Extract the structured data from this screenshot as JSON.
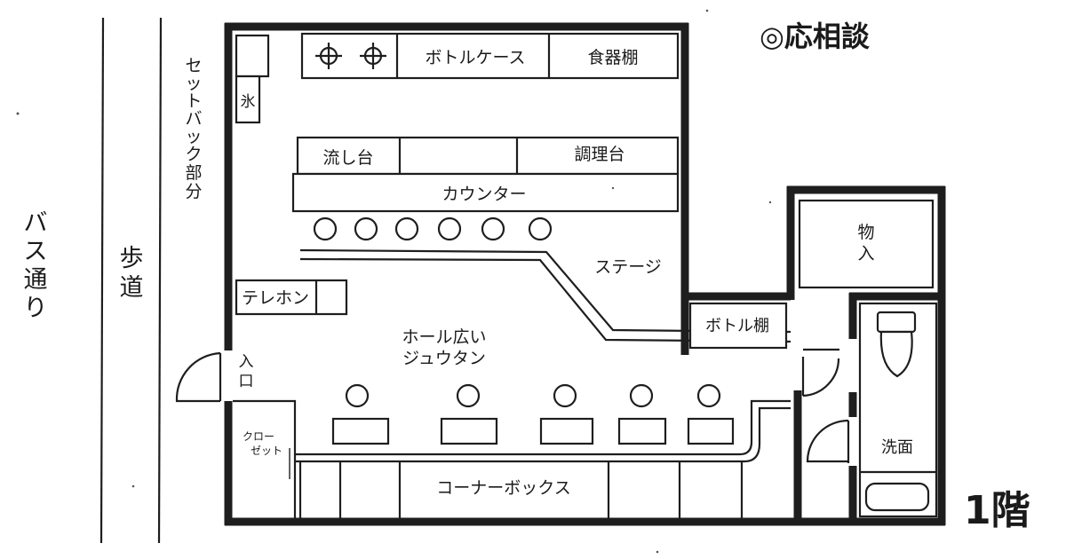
{
  "header": {
    "consult": "◎応相談",
    "floor": "1階"
  },
  "street": {
    "bus_street": [
      "バ",
      "ス",
      "通",
      "り"
    ],
    "sidewalk": [
      "歩",
      "道"
    ],
    "setback": [
      "セ",
      "ッ",
      "ト",
      "バ",
      "ッ",
      "ク",
      "部",
      "分"
    ]
  },
  "rooms": {
    "ice": "氷",
    "bottle_case": "ボトルケース",
    "tableware_shelf": "食器棚",
    "sink": "流し台",
    "cooking_counter": "調理台",
    "counter": "カウンター",
    "stage": "ステージ",
    "telephone": "テレホン",
    "hall_line1": "ホール広い",
    "hall_line2": "ジュウタン",
    "entrance": [
      "入",
      "口"
    ],
    "closet_line1": "クロー",
    "closet_line2": "ゼット",
    "corner_box": "コーナーボックス",
    "bottle_shelf": "ボトル棚",
    "storage": [
      "物",
      "入"
    ],
    "washroom": "洗面"
  }
}
